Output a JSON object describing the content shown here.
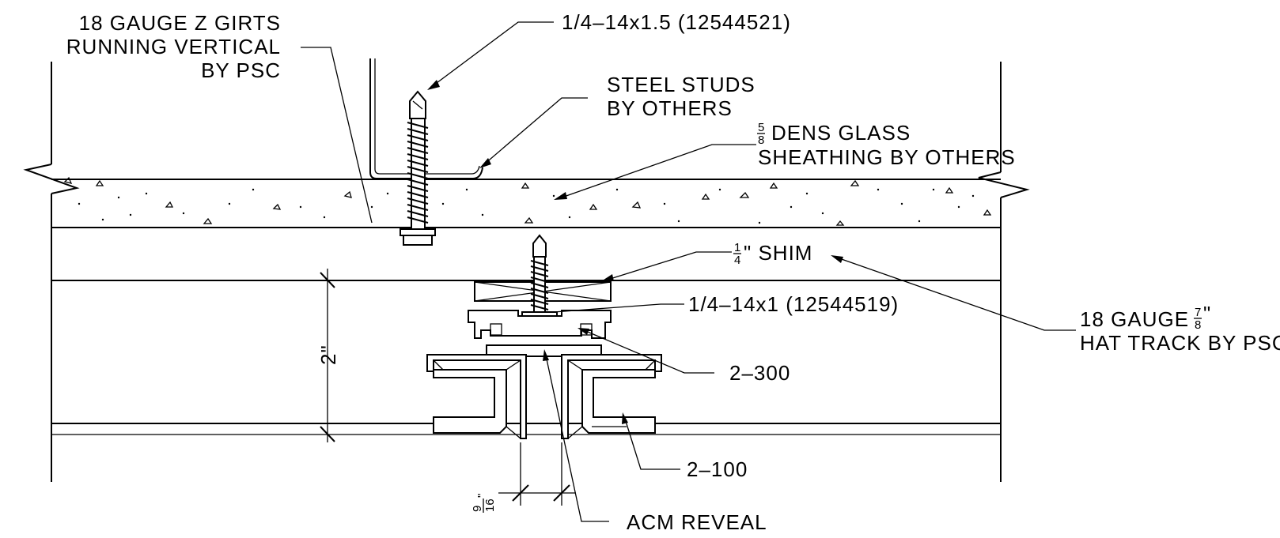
{
  "labels": {
    "z_girts": [
      "18 GAUGE Z GIRTS",
      "RUNNING VERTICAL",
      "BY PSC"
    ],
    "screw_large": "1/4–14x1.5 (12544521)",
    "steel_studs": [
      "STEEL STUDS",
      "BY OTHERS"
    ],
    "dens_glass_fraction": {
      "num": "5",
      "den": "8"
    },
    "dens_glass": [
      "DENS GLASS",
      "SHEATHING BY OTHERS"
    ],
    "shim_fraction": {
      "num": "1",
      "den": "4"
    },
    "shim": "\" SHIM",
    "screw_small": "1/4–14x1 (12544519)",
    "hat_track_prefix": "18 GAUGE ",
    "hat_track_fraction": {
      "num": "7",
      "den": "8"
    },
    "hat_track_suffix": "\"",
    "hat_track_line2": "HAT TRACK BY PSC",
    "part_300": "2–300",
    "part_100": "2–100",
    "dim_2in": "2\"",
    "dim_reveal_fraction": {
      "num": "9",
      "den": "16"
    },
    "dim_reveal_mark": "\"",
    "acm_reveal": "ACM REVEAL"
  },
  "colors": {
    "line": "#000000",
    "background": "#ffffff"
  }
}
